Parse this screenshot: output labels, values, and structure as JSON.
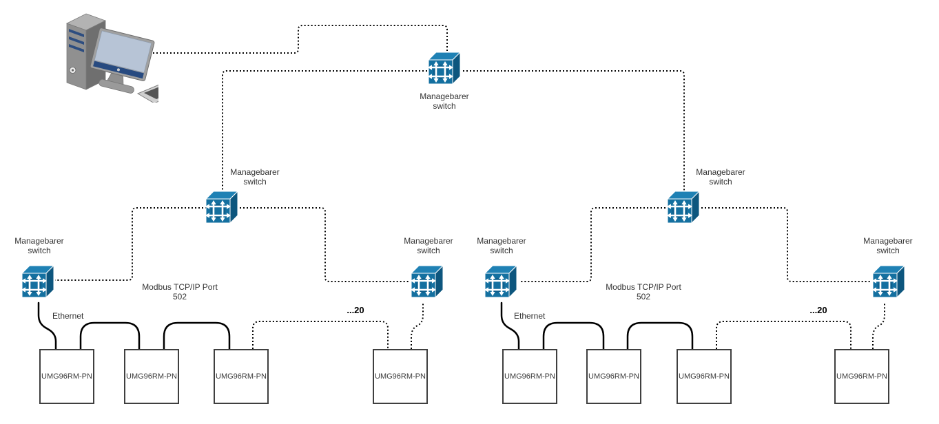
{
  "colors": {
    "switch_front": "#1470a0",
    "switch_top": "#1f81b4",
    "switch_side": "#0d567e",
    "line": "#000000",
    "text": "#333333"
  },
  "icons": {
    "workstation": "desktop-computer-icon",
    "switch": "managed-switch-cube-icon"
  },
  "backbone": {
    "top_switch_label": "Managebarer switch",
    "left_switch_label": "Managebarer switch",
    "right_switch_label": "Managebarer switch"
  },
  "clusters": {
    "left": {
      "edge_switch_left_label": "Managebarer switch",
      "edge_switch_right_label": "Managebarer switch",
      "modbus_label": "Modbus TCP/IP Port 502",
      "ethernet_label": "Ethernet",
      "more_label": "...20",
      "devices": [
        {
          "label": "UMG96RM-PN"
        },
        {
          "label": "UMG96RM-PN"
        },
        {
          "label": "UMG96RM-PN"
        },
        {
          "label": "UMG96RM-PN"
        }
      ]
    },
    "right": {
      "edge_switch_left_label": "Managebarer switch",
      "edge_switch_right_label": "Managebarer switch",
      "modbus_label": "Modbus TCP/IP Port 502",
      "ethernet_label": "Ethernet",
      "more_label": "...20",
      "devices": [
        {
          "label": "UMG96RM-PN"
        },
        {
          "label": "UMG96RM-PN"
        },
        {
          "label": "UMG96RM-PN"
        },
        {
          "label": "UMG96RM-PN"
        }
      ]
    }
  }
}
